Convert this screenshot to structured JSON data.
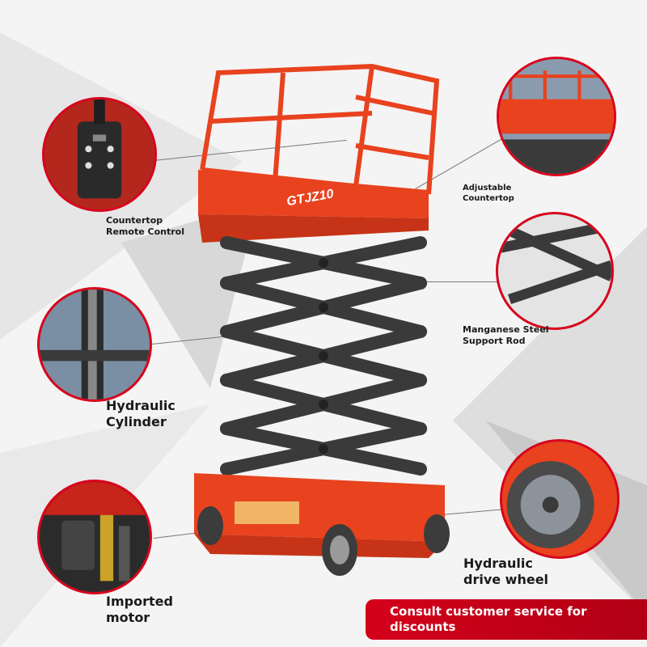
{
  "machine": {
    "model_text": "GTJZ10",
    "body_color": "#e8421e",
    "scissor_color": "#3a3a3a"
  },
  "callouts": [
    {
      "id": "remote",
      "label": "Countertop Remote Control"
    },
    {
      "id": "countertop",
      "label": "Adjustable Countertop"
    },
    {
      "id": "rod",
      "label": "Manganese Steel Support Rod"
    },
    {
      "id": "cylinder",
      "label": "Hydraulic Cylinder"
    },
    {
      "id": "wheel",
      "label": "Hydraulic drive wheel"
    },
    {
      "id": "motor",
      "label": "Imported motor"
    }
  ],
  "banner": {
    "text": "Consult customer service for discounts",
    "color": "#d4001a"
  },
  "accent_color": "#d9001b"
}
